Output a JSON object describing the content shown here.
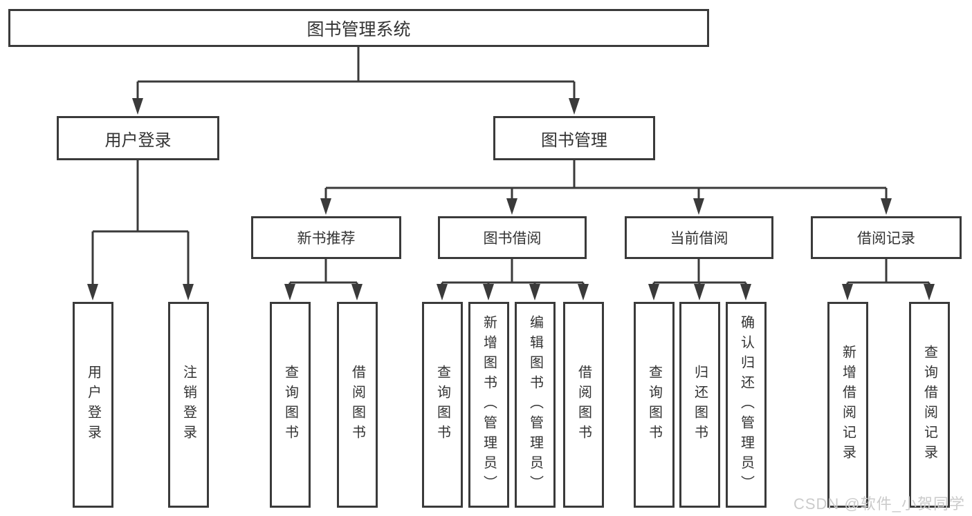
{
  "colors": {
    "line": "#3a3a3a",
    "text": "#333333",
    "watermark": "#cbcbcb",
    "box_bg": "#ffffff"
  },
  "watermark": {
    "text": "CSDN @软件_小贺同学"
  },
  "diagram": {
    "root": {
      "label": "图书管理系统"
    },
    "branches": [
      {
        "id": "user-login",
        "label": "用户登录",
        "children": [
          "用户登录",
          "注销登录"
        ]
      },
      {
        "id": "book-management",
        "label": "图书管理",
        "sections": [
          {
            "id": "new-book-recommend",
            "label": "新书推荐",
            "children": [
              "查询图书",
              "借阅图书"
            ]
          },
          {
            "id": "book-borrow",
            "label": "图书借阅",
            "children": [
              "查询图书",
              "新增图书（管理员）",
              "编辑图书（管理员）",
              "借阅图书"
            ]
          },
          {
            "id": "current-borrow",
            "label": "当前借阅",
            "children": [
              "查询图书",
              "归还图书",
              "确认归还（管理员）"
            ]
          },
          {
            "id": "borrow-records",
            "label": "借阅记录",
            "children": [
              "新增借阅记录",
              "查询借阅记录"
            ]
          }
        ]
      }
    ]
  }
}
